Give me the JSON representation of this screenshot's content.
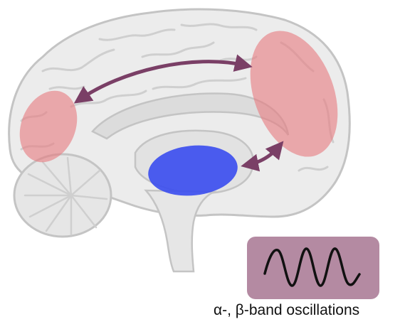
{
  "figure": {
    "caption": "α-, β-band oscillations",
    "background": "#ffffff"
  },
  "brain": {
    "fill": "#ececec",
    "outline": "#c4c4c4",
    "inner_fill": "#e0e0e0",
    "cerebellum_fill": "#e6e6e6"
  },
  "regions": [
    {
      "name": "posterior-region",
      "color": "#e8797e",
      "opacity": 0.6
    },
    {
      "name": "frontal-region",
      "color": "#e8797e",
      "opacity": 0.6
    },
    {
      "name": "thalamus-region",
      "color": "#3a4cf0",
      "opacity": 0.9
    }
  ],
  "connections": {
    "color": "#7a3f66",
    "items": [
      {
        "from": "posterior-region",
        "to": "frontal-region",
        "direction": "bidirectional"
      },
      {
        "from": "thalamus-region",
        "to": "frontal-region",
        "direction": "bidirectional"
      }
    ]
  },
  "oscillation_box": {
    "fill": "#b48aa2",
    "wave_color": "#111111",
    "icon": "sine-wave-icon"
  }
}
